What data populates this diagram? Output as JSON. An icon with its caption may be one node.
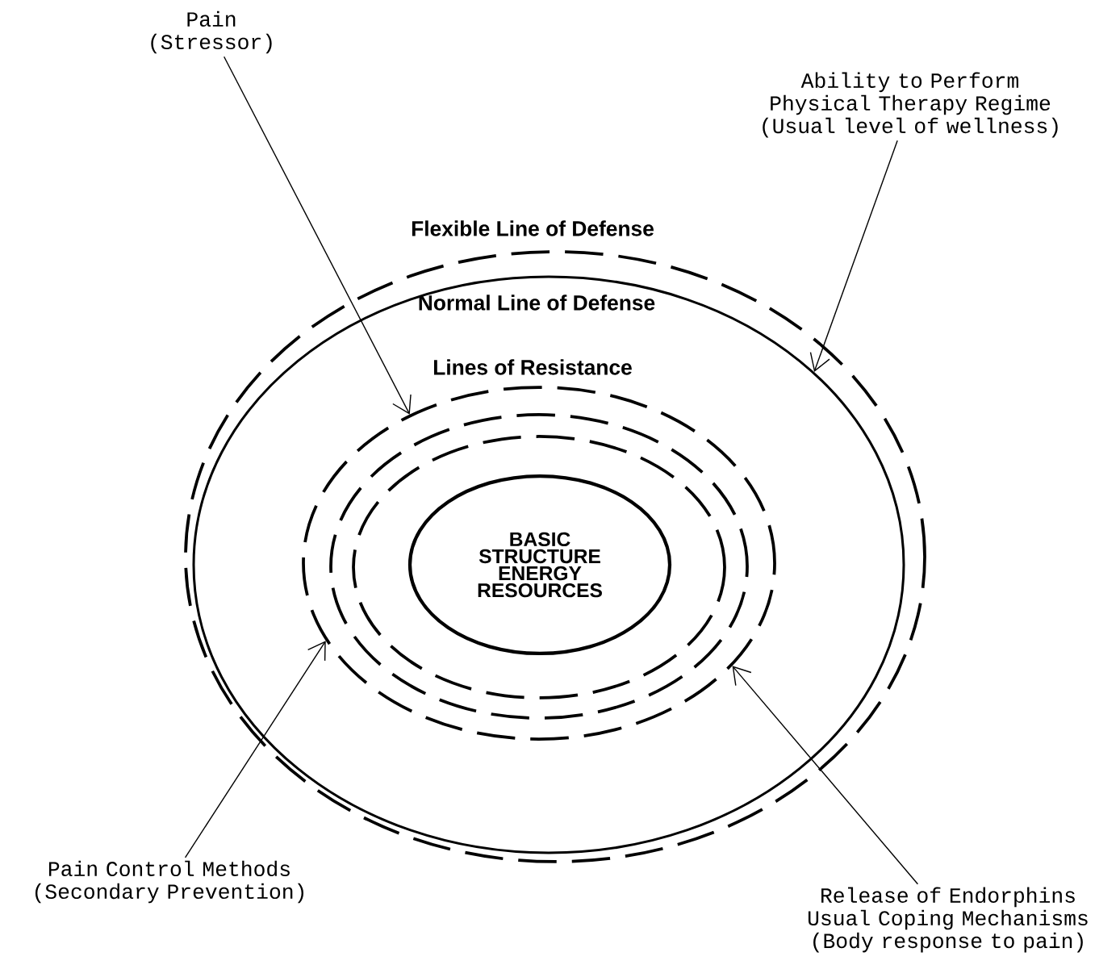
{
  "diagram": {
    "nodes": [
      {
        "text": [
          "Flexible Line of Defense"
        ]
      },
      {
        "text": [
          "Normal Line of Defense"
        ],
        "in": 0
      },
      {
        "text": [
          "Lines of Resistance"
        ],
        "in": 1
      },
      {
        "text": [],
        "shape": "circle",
        "in": 2
      },
      {
        "text": [],
        "shape": "circle",
        "in": 3
      },
      {
        "text": [
          "BASIC STRUCTURE ENERGY RESOURCES"
        ],
        "in": 4
      },
      {
        "text": [
          "Pain (Stressor)"
        ]
      },
      {
        "text": [
          "Ability to Perform Physical Therapy Regime (Usual level of wellness)"
        ]
      },
      {
        "text": [
          "Pain Control Methods (Secondary Prevention)"
        ]
      },
      {
        "text": [
          "Release of Endorphins Usual Coping Mechanisms (Body response to pain)"
        ]
      }
    ],
    "edges": [
      {
        "from": 6,
        "to": 2,
        "arrow": "to"
      },
      {
        "from": 7,
        "to": 1,
        "arrow": "to"
      },
      {
        "from": 8,
        "to": 2,
        "arrow": "to"
      },
      {
        "from": 9,
        "to": 2,
        "arrow": "to"
      }
    ]
  }
}
